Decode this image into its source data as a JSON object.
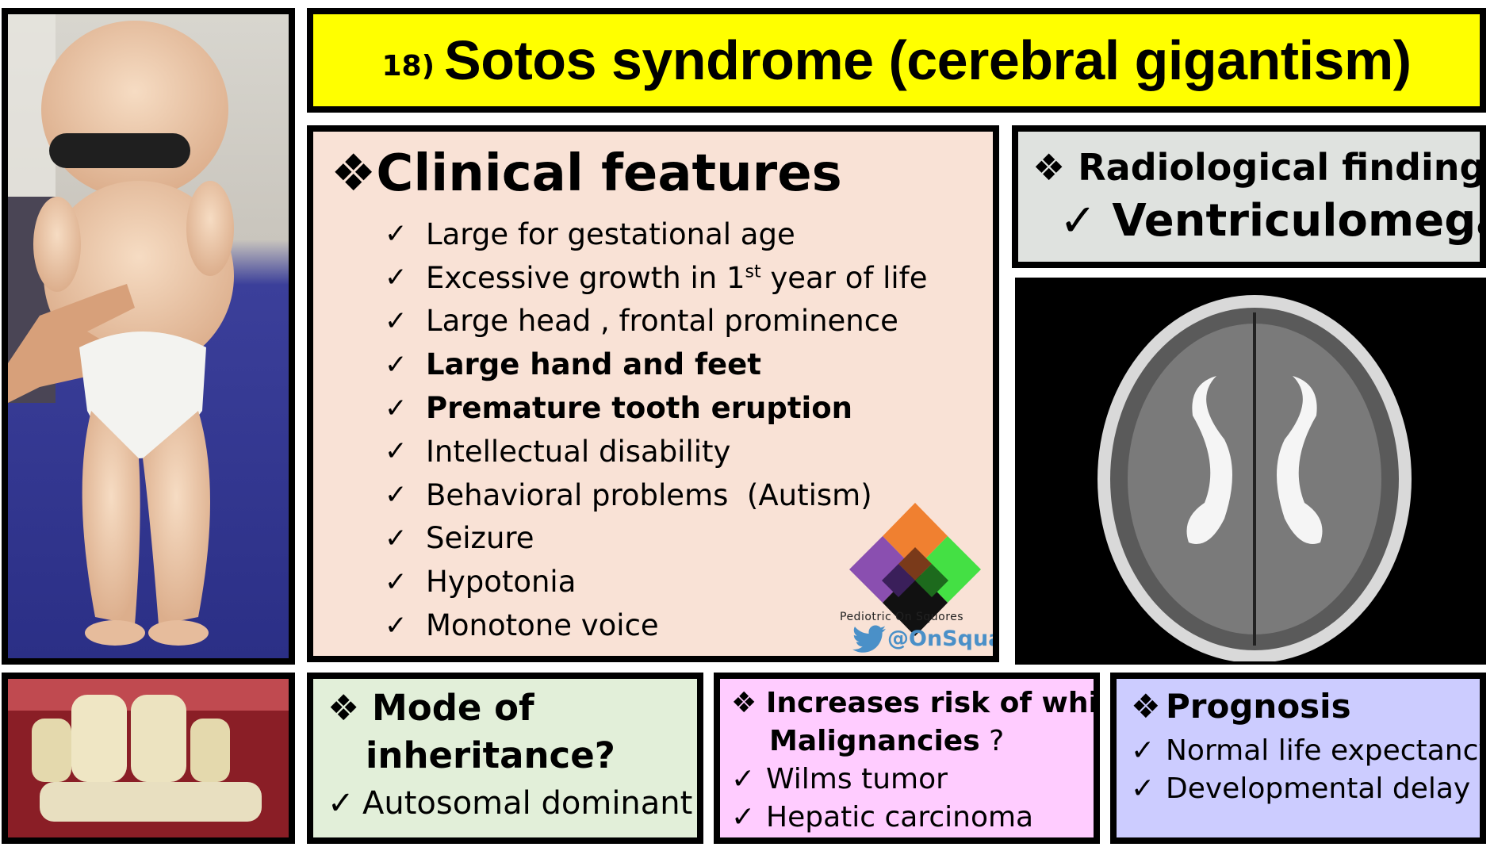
{
  "title": {
    "number": "18)",
    "text": "Sotos syndrome (cerebral gigantism)"
  },
  "clinical": {
    "heading": "Clinical features",
    "items": [
      {
        "pre": "Large for gestational age",
        "sup": "",
        "post": "",
        "bold": false
      },
      {
        "pre": "Excessive growth in 1",
        "sup": "st",
        "post": " year of life",
        "bold": false
      },
      {
        "pre": "Large head , frontal prominence",
        "sup": "",
        "post": "",
        "bold": false
      },
      {
        "pre": "Large hand and feet",
        "sup": "",
        "post": "",
        "bold": true
      },
      {
        "pre": "Premature tooth eruption",
        "sup": "",
        "post": "",
        "bold": true
      },
      {
        "pre": "Intellectual disability",
        "sup": "",
        "post": "",
        "bold": false
      },
      {
        "pre": "Behavioral problems  (Autism)",
        "sup": "",
        "post": "",
        "bold": false
      },
      {
        "pre": "Seizure",
        "sup": "",
        "post": "",
        "bold": false
      },
      {
        "pre": "Hypotonia",
        "sup": "",
        "post": "",
        "bold": false
      },
      {
        "pre": "Monotone voice",
        "sup": "",
        "post": "",
        "bold": false
      }
    ]
  },
  "logo": {
    "caption": "Pediotric On Squores",
    "handle": "@OnSquares"
  },
  "radiology": {
    "question": "Radiological finding ?",
    "answer": "Ventriculomegaly"
  },
  "inheritance": {
    "heading_line1": "Mode of",
    "heading_line2": "inheritance?",
    "answer": "Autosomal dominant"
  },
  "malignancy": {
    "heading_line1": "Increases risk of which",
    "heading_line2_bold": "Malignancies",
    "heading_line2_rest": " ?",
    "items": [
      "Wilms tumor",
      "Hepatic carcinoma"
    ]
  },
  "prognosis": {
    "heading": "Prognosis",
    "items": [
      "Normal life expectancy",
      "Developmental delay"
    ]
  },
  "symbols": {
    "diamond": "❖",
    "check": "✓"
  },
  "colors": {
    "title_bg": "#ffff00",
    "clinical_bg": "#f9e2d6",
    "radiology_bg": "#dfe2df",
    "inheritance_bg": "#e2efd9",
    "malignancy_bg": "#ffccff",
    "prognosis_bg": "#ccccff",
    "twitter_blue": "#4a90c8"
  }
}
